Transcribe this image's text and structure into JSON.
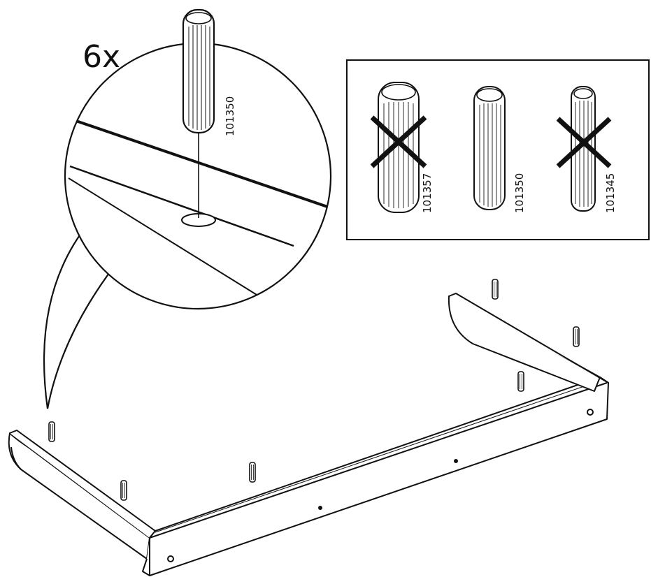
{
  "callout": {
    "quantity": "6x",
    "part_number": "101350"
  },
  "dowel_options": [
    {
      "part_number": "101357",
      "status": "rejected"
    },
    {
      "part_number": "101350",
      "status": "correct"
    },
    {
      "part_number": "101345",
      "status": "rejected"
    }
  ],
  "colors": {
    "line": "#111111",
    "background": "#ffffff"
  },
  "icons": [
    "dowel-icon",
    "cross-icon"
  ]
}
